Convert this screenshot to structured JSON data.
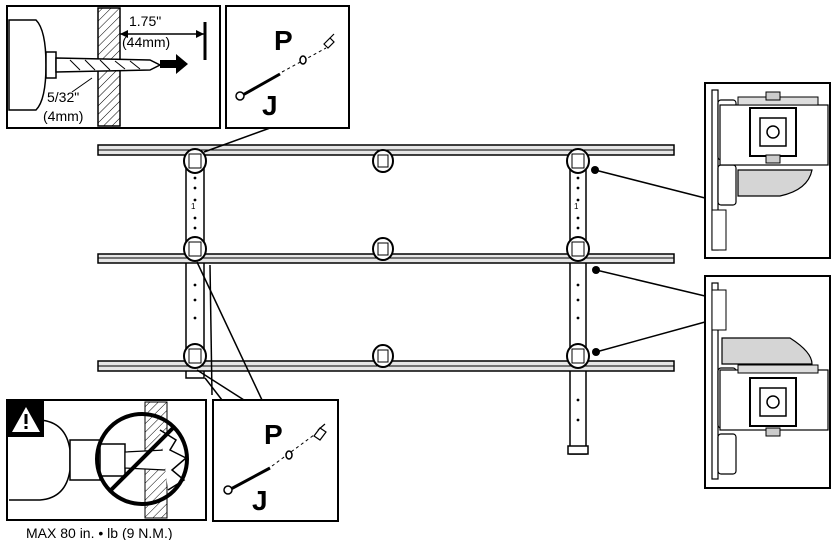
{
  "drill_inset": {
    "depth_label": "1.75\"",
    "depth_metric": "(44mm)",
    "bit_label": "5/32\"",
    "bit_metric": "(4mm)"
  },
  "hardware_top": {
    "part_p": "P",
    "part_j": "J"
  },
  "hardware_bottom": {
    "part_p": "P",
    "part_j": "J"
  },
  "warning": {
    "icon": "warning-triangle-icon",
    "torque_note": "MAX 80 in. • lb (9 N.M.)"
  },
  "colors": {
    "line": "#000000",
    "rail_fill": "#d9d9d9",
    "bracket_fill": "#cfcfcf"
  }
}
